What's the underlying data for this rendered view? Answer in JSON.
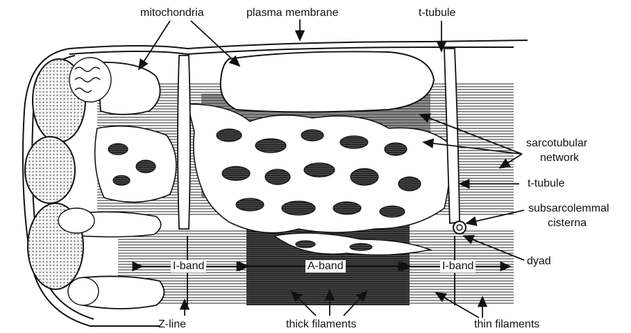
{
  "labels": {
    "mitochondria": "mitochondria",
    "plasma_membrane": "plasma membrane",
    "t_tubule_top": "t-tubule",
    "sarcotubular_line1": "sarcotubular",
    "sarcotubular_line2": "network",
    "t_tubule_right": "t-tubule",
    "subsarcolemmal_line1": "subsarcolemmal",
    "subsarcolemmal_line2": "cisterna",
    "dyad": "dyad",
    "i_band_left": "I-band",
    "a_band": "A-band",
    "i_band_right": "I-band",
    "z_line": "Z-line",
    "thick_filaments": "thick filaments",
    "thin_filaments": "thin filaments"
  },
  "colors": {
    "ink": "#111111",
    "paper": "#ffffff",
    "a_band_dark": "#2b2b2b",
    "mitochondria_fill": "#e8e8e8"
  }
}
